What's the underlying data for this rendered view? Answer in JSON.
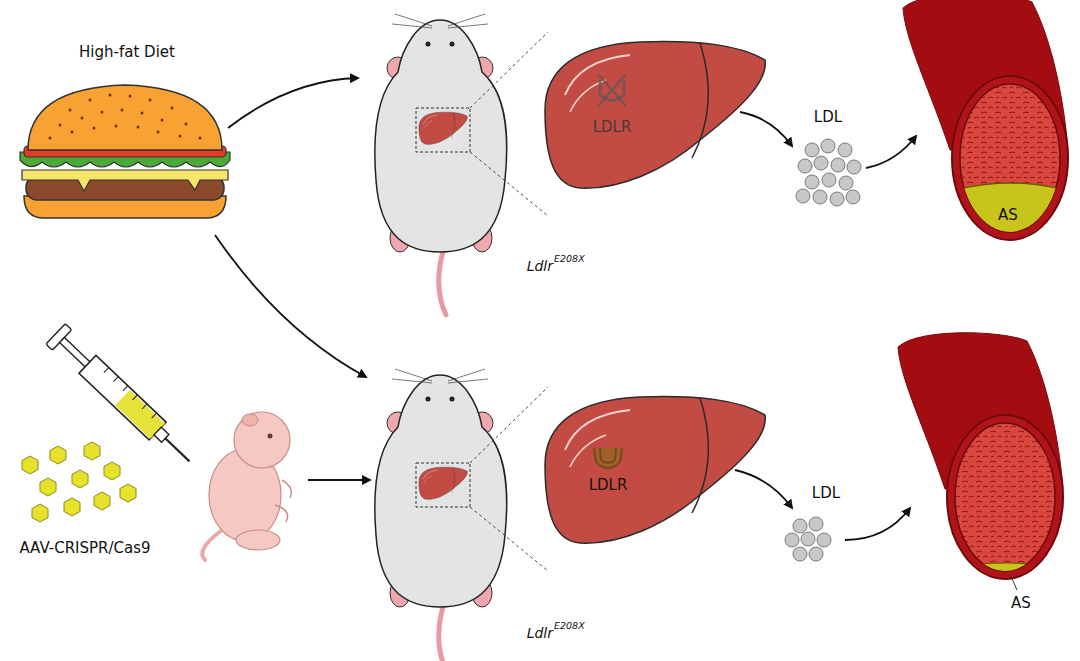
{
  "diagram": {
    "labels": [
      "High-fat Diet",
      "LDLR",
      "LDL",
      "AS",
      "Ldlr",
      "E208X",
      "AAV-CRISPR/Cas9",
      "LDLR",
      "LDL",
      "AS",
      "Ldlr",
      "E208X"
    ]
  }
}
